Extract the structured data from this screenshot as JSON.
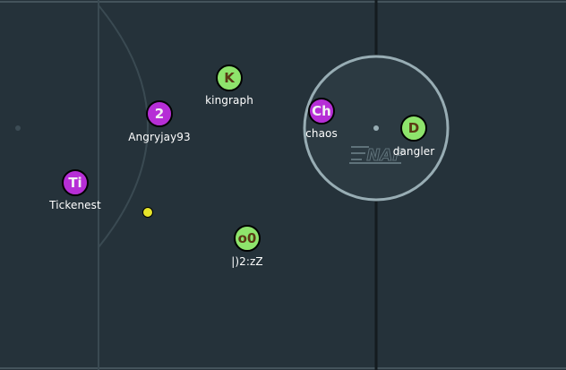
{
  "game": {
    "center_logo_text": "NAF",
    "ball_color": "#e6e42a",
    "team_colors": {
      "red_team": "#b62ed6",
      "blue_team": "#8ee46c"
    },
    "players": [
      {
        "avatar": "K",
        "name": "kingraph",
        "team": "green"
      },
      {
        "avatar": "2",
        "name": "Angryjay93",
        "team": "purple"
      },
      {
        "avatar": "Ch",
        "name": "chaos",
        "team": "purple"
      },
      {
        "avatar": "D",
        "name": "dangler",
        "team": "green"
      },
      {
        "avatar": "Ti",
        "name": "Tickenest",
        "team": "purple"
      },
      {
        "avatar": "o0",
        "name": "|)2:zZ",
        "team": "green"
      }
    ]
  }
}
